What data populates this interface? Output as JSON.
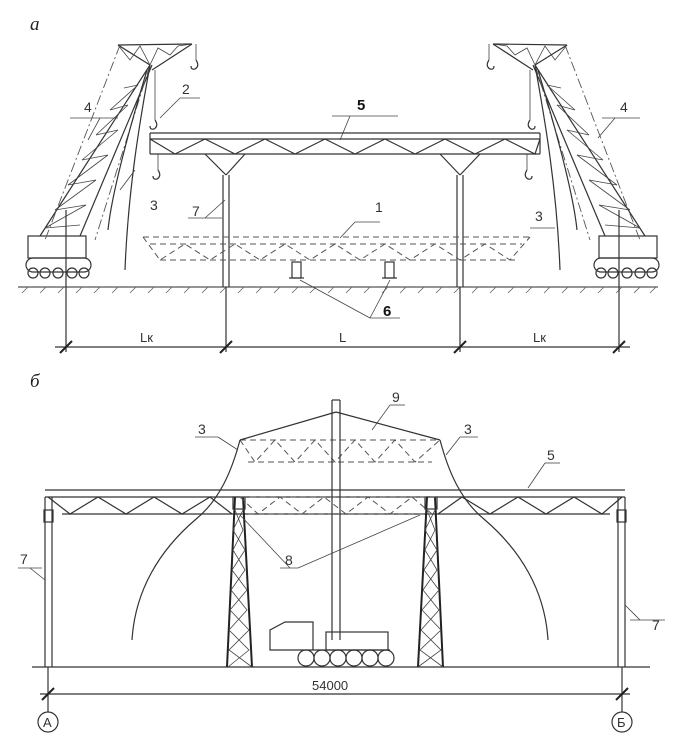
{
  "panels": {
    "a": {
      "letter": "а",
      "callouts": {
        "n1": "1",
        "n2": "2",
        "n3_left": "3",
        "n3_right": "3",
        "n4_left": "4",
        "n4_right": "4",
        "n5": "5",
        "n6": "6",
        "n7": "7"
      },
      "dims": {
        "lk_left": "Lк",
        "l_mid": "L",
        "lk_right": "Lк"
      }
    },
    "b": {
      "letter": "б",
      "callouts": {
        "n3_left": "3",
        "n3_right": "3",
        "n5": "5",
        "n7_left": "7",
        "n7_right": "7",
        "n8": "8",
        "n9": "9"
      },
      "dim_total": "54000",
      "axis_left": "А",
      "axis_right": "Б"
    }
  }
}
